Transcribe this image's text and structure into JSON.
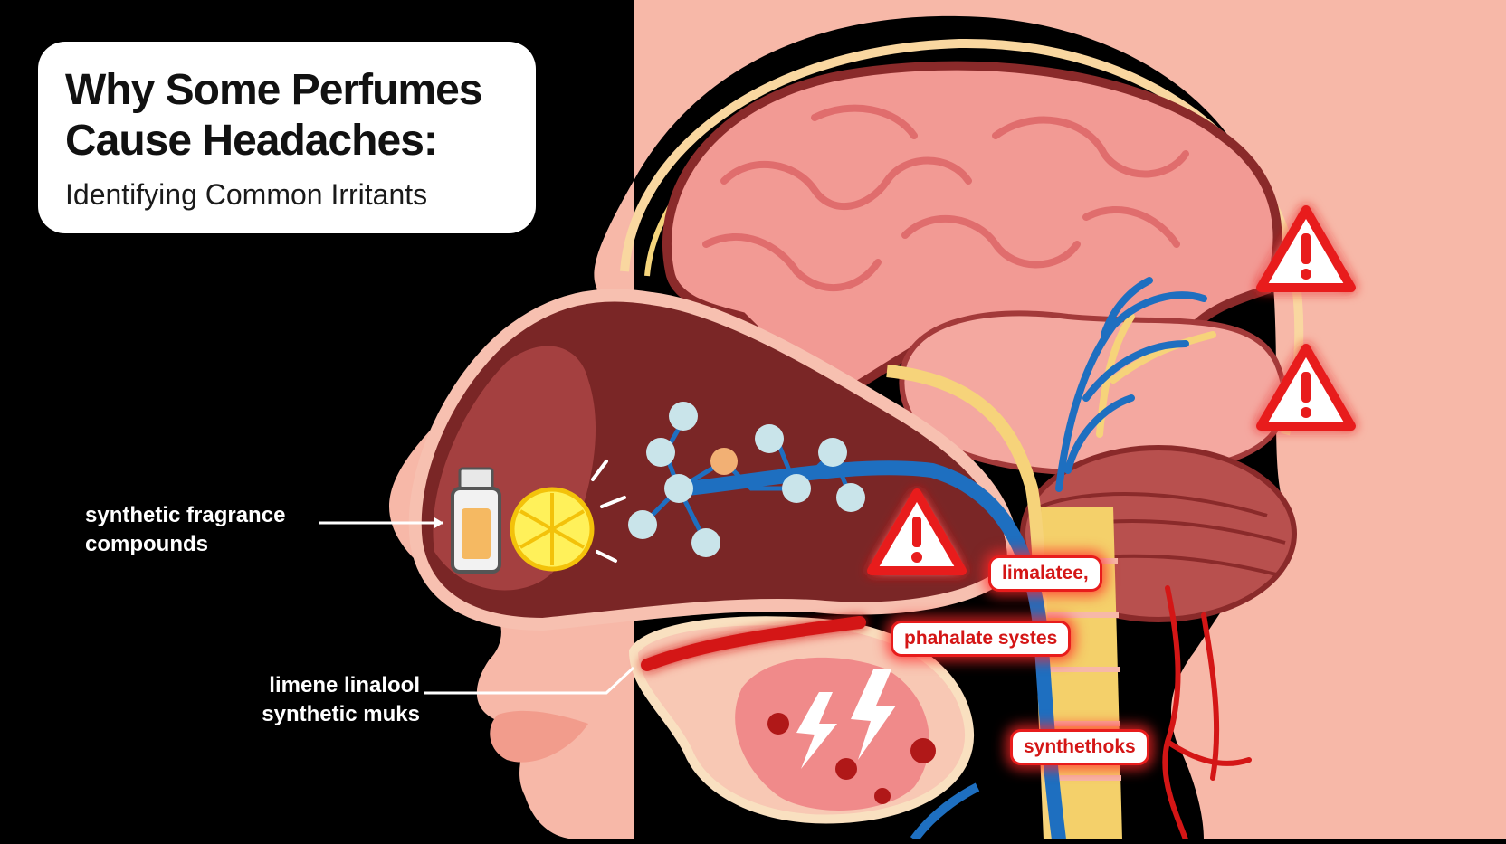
{
  "title": {
    "line1": "Why Some Perfumes",
    "line2": "Cause Headaches:",
    "subtitle": "Identifying Common Irritants"
  },
  "labels": {
    "fragrance_line1": "synthetic fragrance",
    "fragrance_line2": "compounds",
    "irritants_line1": "limene linalool",
    "irritants_line2": "synthetic muks"
  },
  "tags": {
    "tag1": "limalatee,",
    "tag2": "phahalate systes",
    "tag3": "synthethoks"
  },
  "icons": [
    "perfume-bottle-icon",
    "lemon-icon",
    "warning-icon",
    "lightning-icon"
  ],
  "colors": {
    "background": "#000000",
    "skin": "#f7b8a8",
    "brain": "#f08c8c",
    "nerve": "#f4d06a",
    "vessel": "#1e6fc0",
    "alert": "#e81c1c",
    "molecule": "#c9e4ea"
  }
}
